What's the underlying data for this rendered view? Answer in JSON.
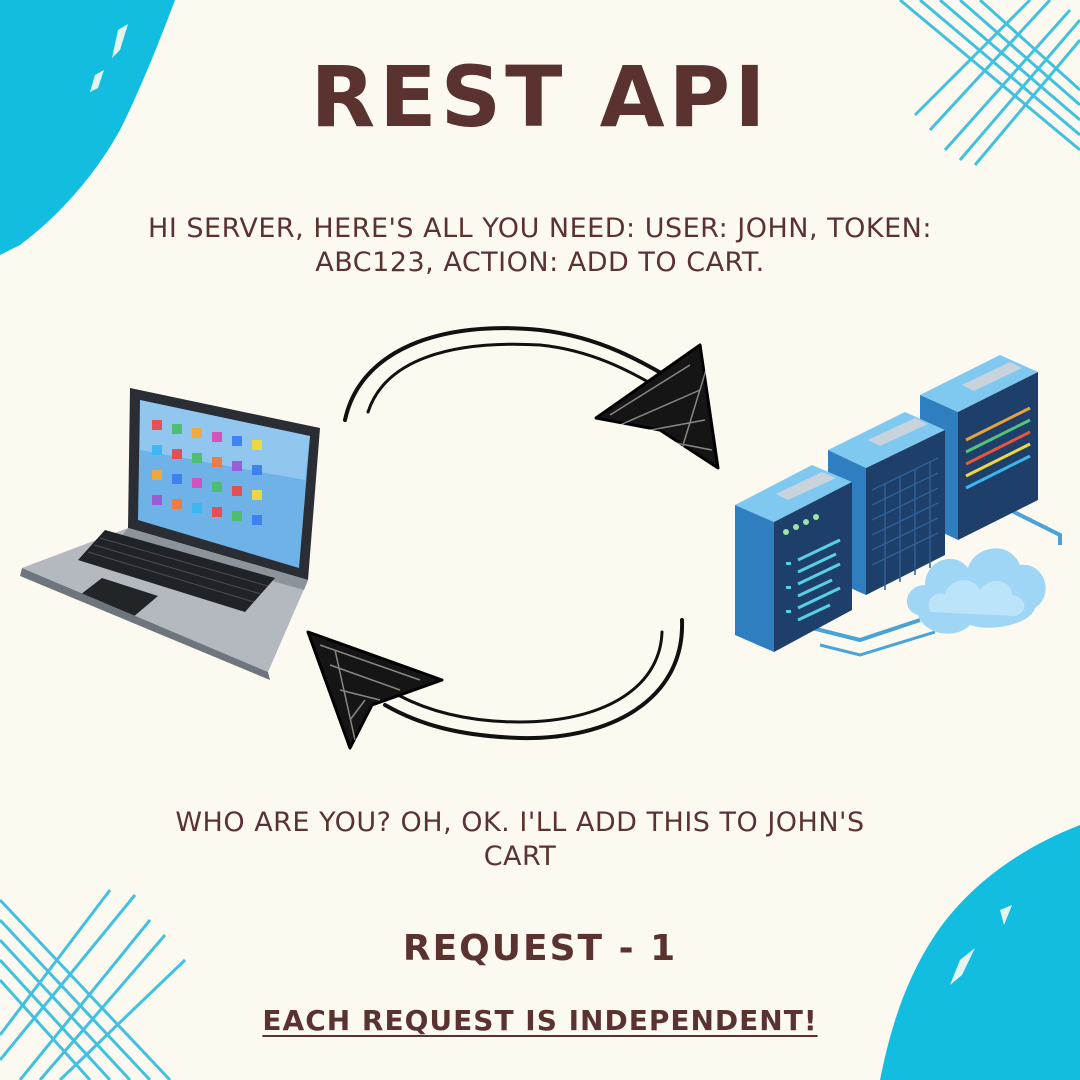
{
  "title": "REST API",
  "messages": {
    "request": "HI SERVER, HERE'S ALL YOU NEED: USER: JOHN, TOKEN: ABC123, ACTION: ADD TO CART.",
    "response": "WHO ARE YOU? OH, OK. I'LL ADD THIS TO JOHN'S CART"
  },
  "request_label": "REQUEST - 1",
  "note": "EACH REQUEST IS INDEPENDENT!",
  "nodes": {
    "client": "laptop-icon",
    "server": "server-rack-icon"
  },
  "edges": [
    {
      "from": "client",
      "to": "server",
      "style": "hand-drawn-arrow"
    },
    {
      "from": "server",
      "to": "client",
      "style": "hand-drawn-arrow"
    }
  ],
  "colors": {
    "background": "#fcf9f1",
    "text": "#5a3330",
    "accent_blue": "#13bde0",
    "arrow": "#111111"
  }
}
